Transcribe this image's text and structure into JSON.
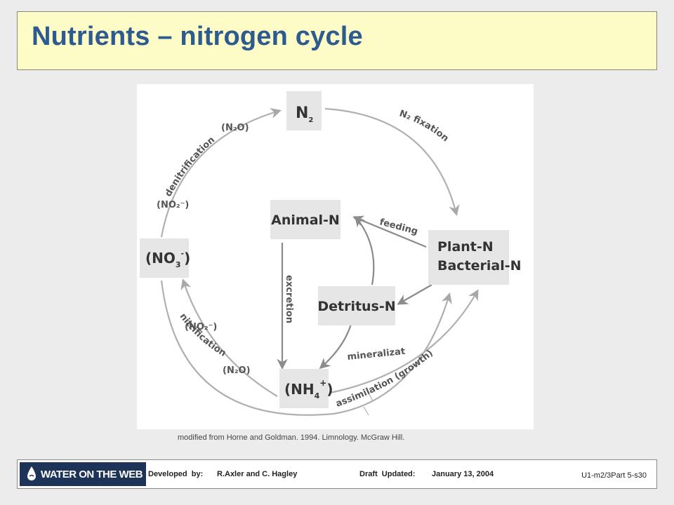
{
  "slide": {
    "title": "Nutrients – nitrogen cycle",
    "caption": "modified from Horne and Goldman. 1994. Limnology. McGraw Hill."
  },
  "diagram": {
    "nodes": {
      "n2": "N",
      "n2_sub": "2",
      "animal": "Animal-N",
      "plant": "Plant-N",
      "bacterial": "Bacterial-N",
      "detritus": "Detritus-N",
      "no3_open": "(NO",
      "no3_sub": "3",
      "no3_sup": "-",
      "no3_close": ")",
      "nh4_open": "(NH",
      "nh4_sub": "4",
      "nh4_sup": "+",
      "nh4_close": ")"
    },
    "labels": {
      "denitrification": "denitrification",
      "n2_fixation": "N₂ fixation",
      "feeding": "feeding",
      "excretion": "excretion",
      "mineralization": "mineralization",
      "nitrification": "nitrification",
      "assimilation": "assimilation (growth)",
      "n2o_top": "(N₂O)",
      "no2_top": "(NO₂⁻)",
      "no2_bottom": "(NO₂⁻)",
      "n2o_bottom": "(N₂O)"
    },
    "colors": {
      "node_fill": "#e6e6e6",
      "arrow": "#b0b0b0",
      "arrow_dark": "#8a8a8a"
    }
  },
  "footer": {
    "logo_text": "WATER ON THE WEB",
    "logo_icon": "water-drop-icon",
    "developed_label": "Developed  by:",
    "developed_value": "R.Axler and C. Hagley",
    "draft_label": "Draft  Updated:",
    "draft_value": "January 13, 2004",
    "code": "U1-m2/3Part  5-s30"
  }
}
